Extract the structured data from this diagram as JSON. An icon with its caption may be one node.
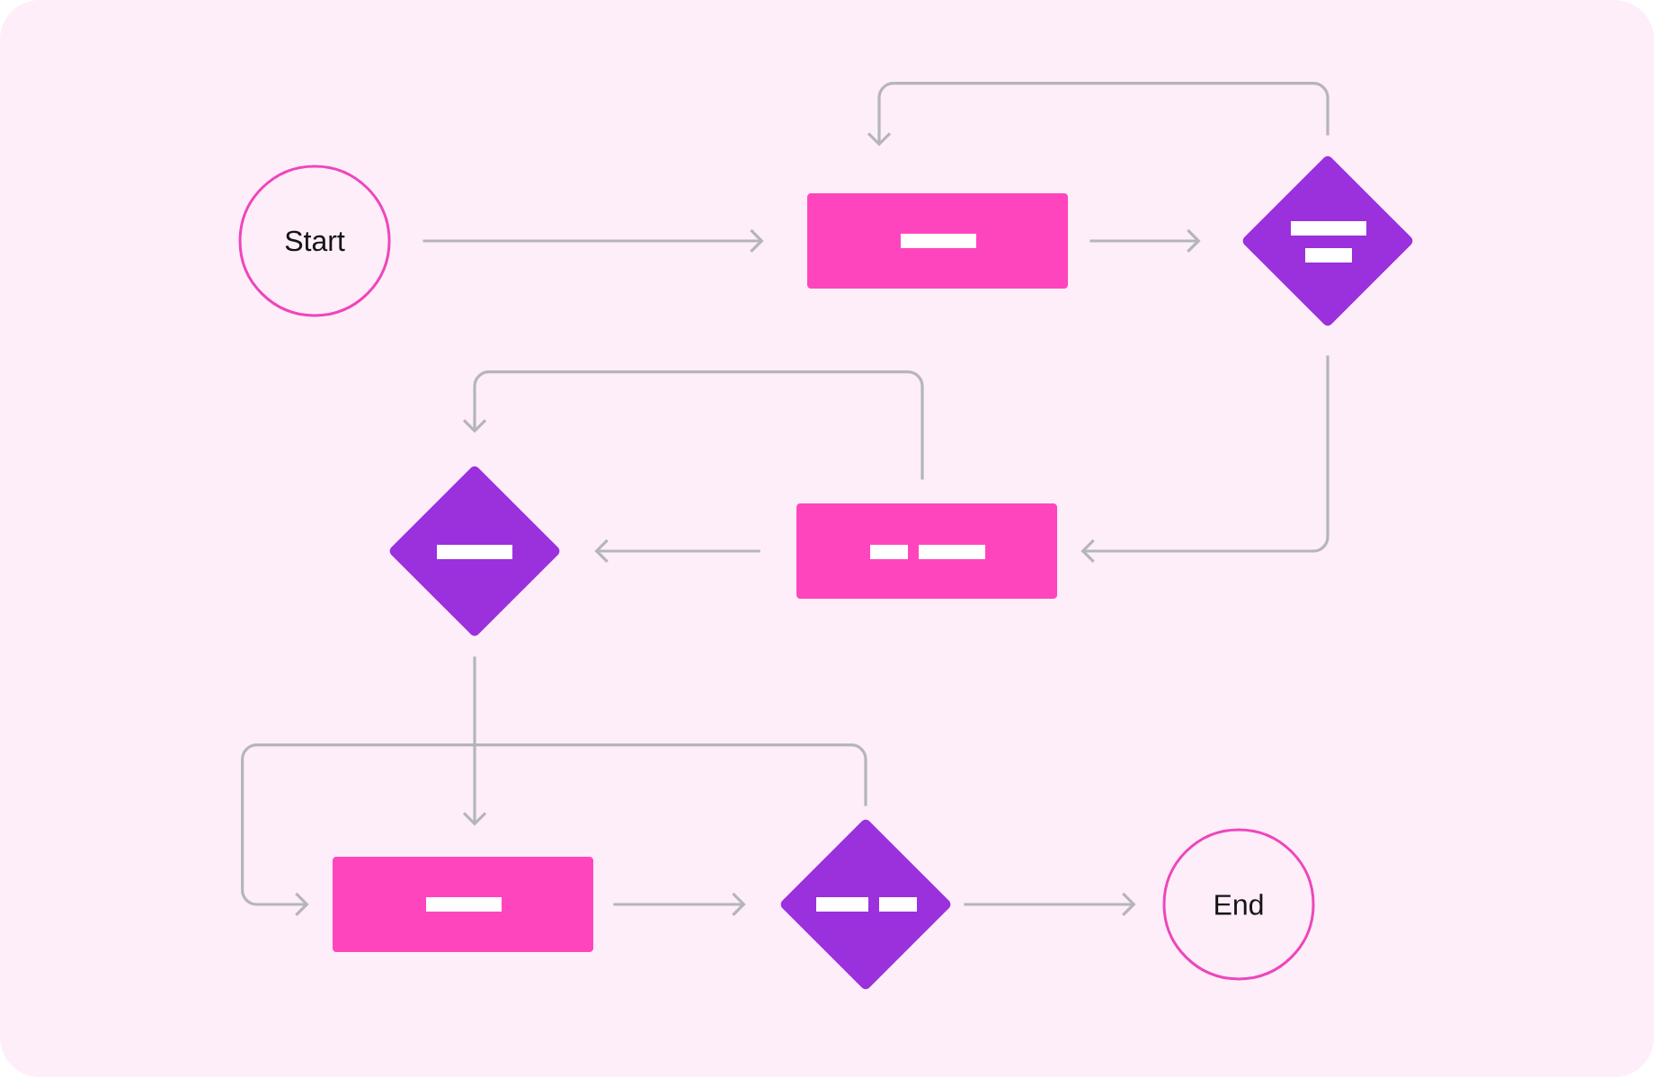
{
  "diagram": {
    "nodes": [
      {
        "text": [
          "Start"
        ]
      },
      {
        "text": [],
        "shape": "box"
      },
      {
        "text": [],
        "shape": "diamond"
      },
      {
        "text": [],
        "shape": "box"
      },
      {
        "text": [],
        "shape": "diamond"
      },
      {
        "text": [],
        "shape": "box"
      },
      {
        "text": [],
        "shape": "diamond"
      },
      {
        "text": [
          "End"
        ]
      }
    ],
    "edges": [
      {
        "from": 0,
        "to": 1,
        "arrow": "to"
      },
      {
        "from": 1,
        "to": 2,
        "arrow": "to"
      },
      {
        "from": 2,
        "to": 1,
        "arrow": "to"
      },
      {
        "from": 2,
        "to": 3,
        "arrow": "to"
      },
      {
        "from": 3,
        "to": 4,
        "arrow": "to"
      },
      {
        "from": 3,
        "to": 4,
        "arrow": "to"
      },
      {
        "from": 4,
        "to": 5,
        "arrow": "to"
      },
      {
        "from": 6,
        "to": 5,
        "arrow": "to"
      },
      {
        "from": 5,
        "to": 6,
        "arrow": "to"
      },
      {
        "from": 6,
        "to": 7,
        "arrow": "to"
      }
    ]
  }
}
